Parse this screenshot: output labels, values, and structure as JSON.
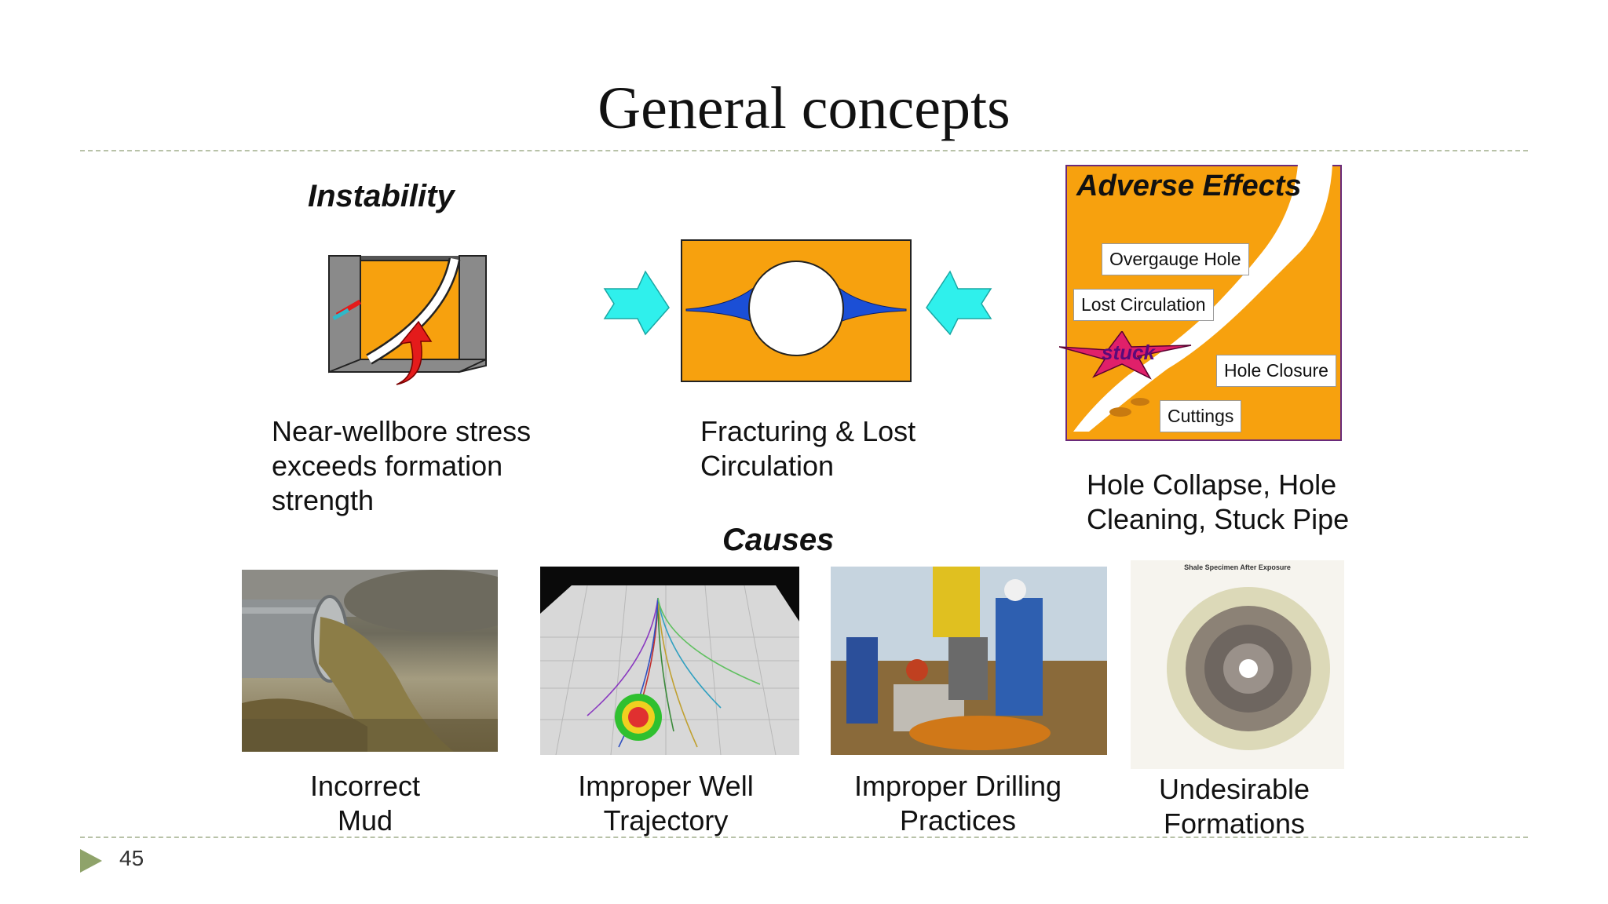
{
  "slide": {
    "title": "General concepts",
    "page_number": "45"
  },
  "instability": {
    "heading": "Instability",
    "caption_lines": [
      "Near-wellbore stress",
      "exceeds formation",
      "strength"
    ]
  },
  "fracturing": {
    "caption_lines": [
      "Fracturing & Lost",
      "Circulation"
    ]
  },
  "adverse": {
    "heading": "Adverse Effects",
    "labels": {
      "overgauge": "Overgauge Hole",
      "lost": "Lost Circulation",
      "stuck": "stuck",
      "closure": "Hole Closure",
      "cuttings": "Cuttings"
    },
    "caption_lines": [
      "Hole Collapse, Hole",
      "Cleaning, Stuck Pipe"
    ]
  },
  "causes": {
    "heading": "Causes",
    "items": [
      {
        "lines": [
          "Incorrect",
          "Mud"
        ]
      },
      {
        "lines": [
          "Improper Well",
          "Trajectory"
        ]
      },
      {
        "lines": [
          "Improper Drilling",
          "Practices"
        ]
      },
      {
        "lines": [
          "Undesirable",
          "Formations"
        ],
        "photo_caption": "Shale Specimen After Exposure"
      }
    ]
  },
  "colors": {
    "orange": "#f7a10e",
    "gray": "#8a8a8a",
    "blue": "#1b4fd6",
    "cyan": "#2ff0ec",
    "red": "#e41b1b",
    "star": "#e0206a",
    "rule": "#b8c2a8",
    "bullet": "#8fa36a"
  }
}
